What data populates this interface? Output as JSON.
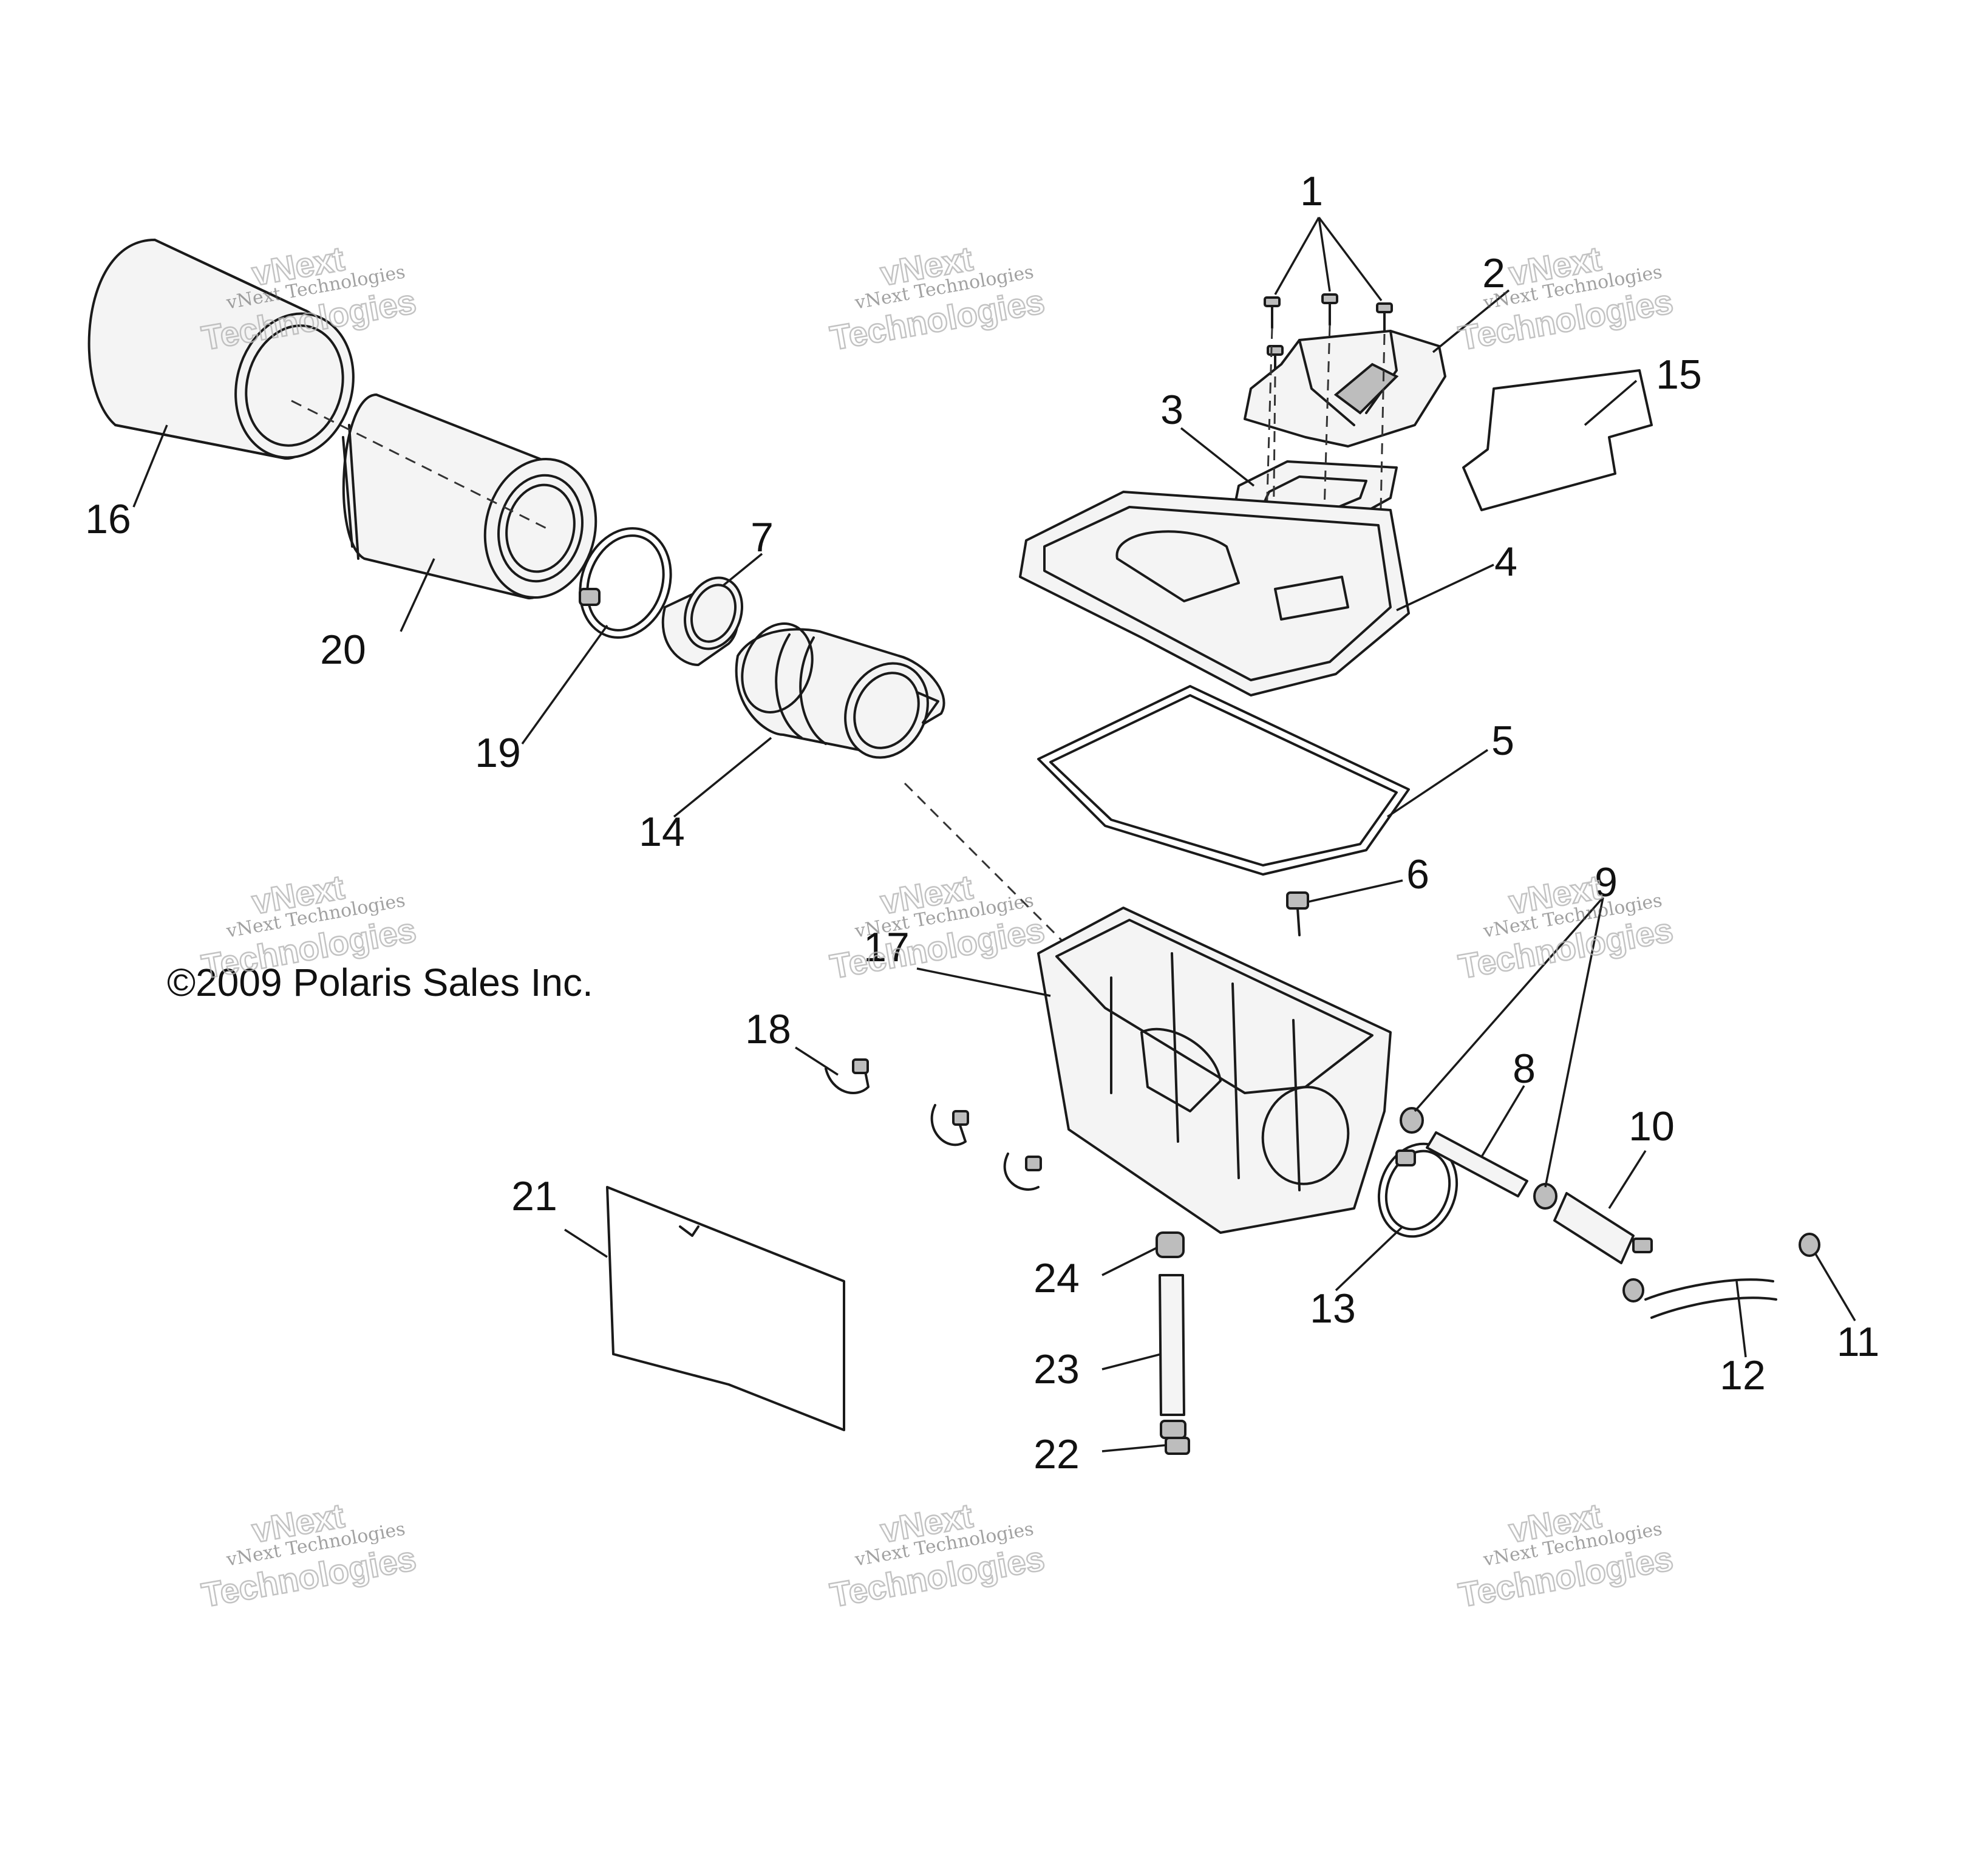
{
  "copyright": "©2009 Polaris Sales Inc.",
  "watermark": {
    "line1": "vNext",
    "line2": "vNext Technologies",
    "line3": "Technologies"
  },
  "callouts": [
    {
      "id": "1",
      "label": "1"
    },
    {
      "id": "2",
      "label": "2"
    },
    {
      "id": "3",
      "label": "3"
    },
    {
      "id": "4",
      "label": "4"
    },
    {
      "id": "5",
      "label": "5"
    },
    {
      "id": "6",
      "label": "6"
    },
    {
      "id": "7",
      "label": "7"
    },
    {
      "id": "8",
      "label": "8"
    },
    {
      "id": "9",
      "label": "9"
    },
    {
      "id": "10",
      "label": "10"
    },
    {
      "id": "11",
      "label": "11"
    },
    {
      "id": "12",
      "label": "12"
    },
    {
      "id": "13",
      "label": "13"
    },
    {
      "id": "14",
      "label": "14"
    },
    {
      "id": "15",
      "label": "15"
    },
    {
      "id": "16",
      "label": "16"
    },
    {
      "id": "17",
      "label": "17"
    },
    {
      "id": "18",
      "label": "18"
    },
    {
      "id": "19",
      "label": "19"
    },
    {
      "id": "20",
      "label": "20"
    },
    {
      "id": "21",
      "label": "21"
    },
    {
      "id": "22",
      "label": "22"
    },
    {
      "id": "23",
      "label": "23"
    },
    {
      "id": "24",
      "label": "24"
    }
  ]
}
